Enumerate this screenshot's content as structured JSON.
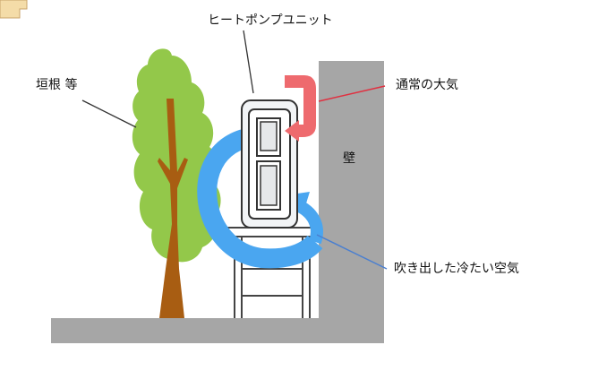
{
  "labels": {
    "heat_pump_unit": "ヒートポンプユニット",
    "hedge": "垣根 等",
    "normal_air": "通常の大気",
    "wall": "壁",
    "cold_air": "吹き出した冷たい空気"
  },
  "colors": {
    "wall": "#a6a6a6",
    "ground": "#a6a6a6",
    "tree_foliage": "#93c84a",
    "tree_trunk": "#a85d12",
    "cold_air_arrow": "#4aa6f0",
    "normal_air_arrow": "#ee6a6e",
    "cold_air_leader": "#4a7fd0",
    "normal_air_leader": "#e03040",
    "unit_body": "#f2f4f6"
  }
}
